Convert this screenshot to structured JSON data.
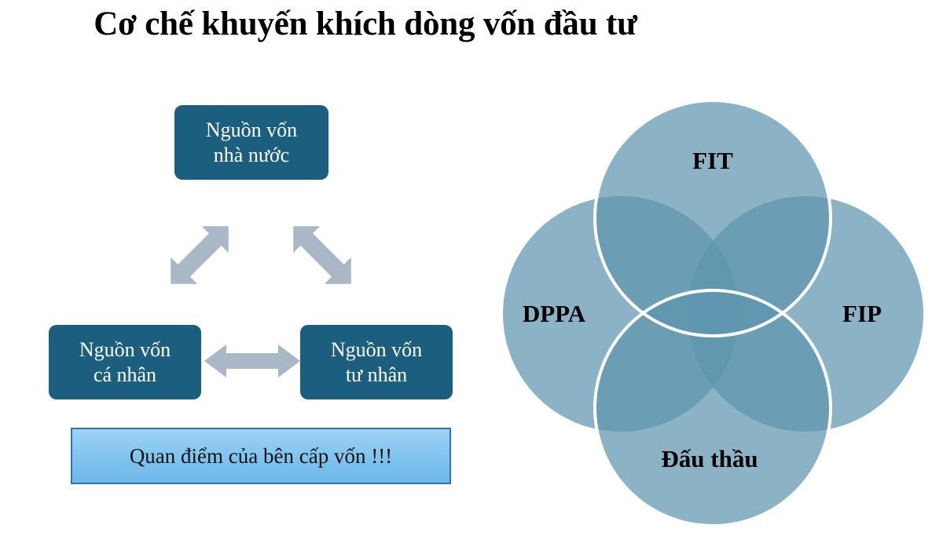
{
  "slide": {
    "title": "Cơ chế khuyến khích dòng vốn đầu tư",
    "background_color": "#FFFFFF"
  },
  "flow_diagram": {
    "boxes": [
      {
        "id": "state-capital",
        "line1": "Nguồn vốn",
        "line2": "nhà nước",
        "fill": "#1B5E7E",
        "text_color": "#FFFFFF"
      },
      {
        "id": "individual-capital",
        "line1": "Nguồn vốn",
        "line2": "cá nhân",
        "fill": "#1B5E7E",
        "text_color": "#FFFFFF"
      },
      {
        "id": "private-capital",
        "line1": "Nguồn vốn",
        "line2": "tư nhân",
        "fill": "#1B5E7E",
        "text_color": "#FFFFFF"
      }
    ],
    "arrows": [
      {
        "id": "state-to-individual",
        "direction": "double",
        "orientation": "diagonal-down-left",
        "color": "#A9B7C6"
      },
      {
        "id": "state-to-private",
        "direction": "double",
        "orientation": "diagonal-down-right",
        "color": "#A9B7C6"
      },
      {
        "id": "individual-to-private",
        "direction": "double",
        "orientation": "horizontal",
        "color": "#A9B7C6"
      }
    ],
    "note": {
      "text": "Quan điểm của bên cấp vốn !!!",
      "border_color": "#2E75B6",
      "fill_top": "#9CD3F5",
      "fill_bottom": "#6FB9E8",
      "text_color": "#111111"
    }
  },
  "venn": {
    "circle_fill": "#8CB2C4",
    "circle_stroke": "#FFFFFF",
    "label_color": "#000000",
    "circles": [
      {
        "id": "fit",
        "label": "FIT",
        "position": "top"
      },
      {
        "id": "dppa",
        "label": "DPPA",
        "position": "left"
      },
      {
        "id": "fip",
        "label": "FIP",
        "position": "right"
      },
      {
        "id": "dau-thau",
        "label": "Đấu thầu",
        "position": "bottom"
      }
    ]
  }
}
